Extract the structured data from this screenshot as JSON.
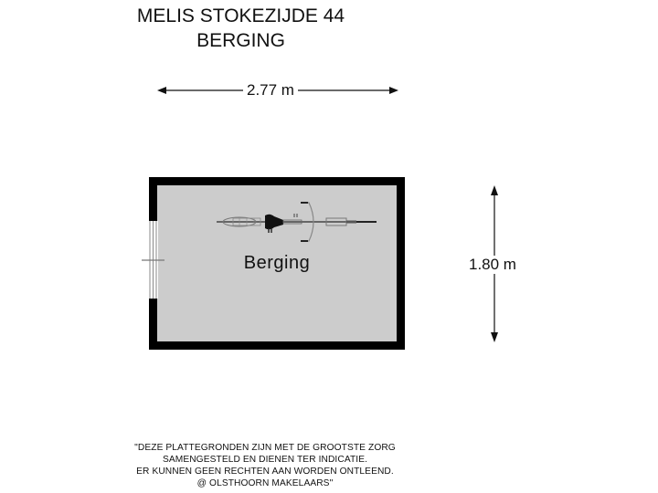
{
  "header": {
    "address": "MELIS STOKEZIJDE 44",
    "floor_name": "BERGING"
  },
  "dimensions": {
    "width_label": "2.77 m",
    "height_label": "1.80 m"
  },
  "rooms": [
    {
      "label": "Berging",
      "fill": "#cccccc"
    }
  ],
  "furniture": [
    {
      "type": "bicycle",
      "orientation": "horizontal"
    }
  ],
  "colors": {
    "wall": "#000000",
    "floor": "#cccccc",
    "window": "#888888"
  },
  "disclaimer": {
    "line1": "\"DEZE PLATTEGRONDEN ZIJN MET DE GROOTSTE ZORG",
    "line2": "SAMENGESTELD EN DIENEN TER INDICATIE.",
    "line3": "ER KUNNEN GEEN RECHTEN AAN WORDEN ONTLEEND.",
    "line4": "@ OLSTHOORN MAKELAARS\""
  }
}
